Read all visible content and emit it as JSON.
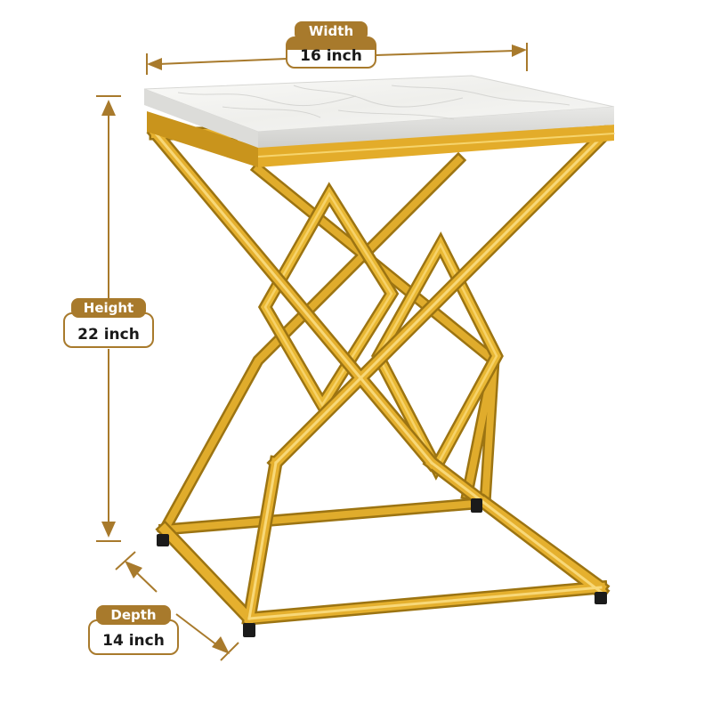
{
  "colors": {
    "gold": "#d4a020",
    "gold_light": "#f2c94c",
    "gold_dark": "#9c7412",
    "badge_brown": "#a87a2c",
    "marble": "#f4f4f2",
    "foot": "#1b1b1b"
  },
  "dimensions": {
    "width": {
      "title": "Width",
      "value": "16 inch"
    },
    "height": {
      "title": "Height",
      "value": "22 inch"
    },
    "depth": {
      "title": "Depth",
      "value": "14 inch"
    }
  }
}
